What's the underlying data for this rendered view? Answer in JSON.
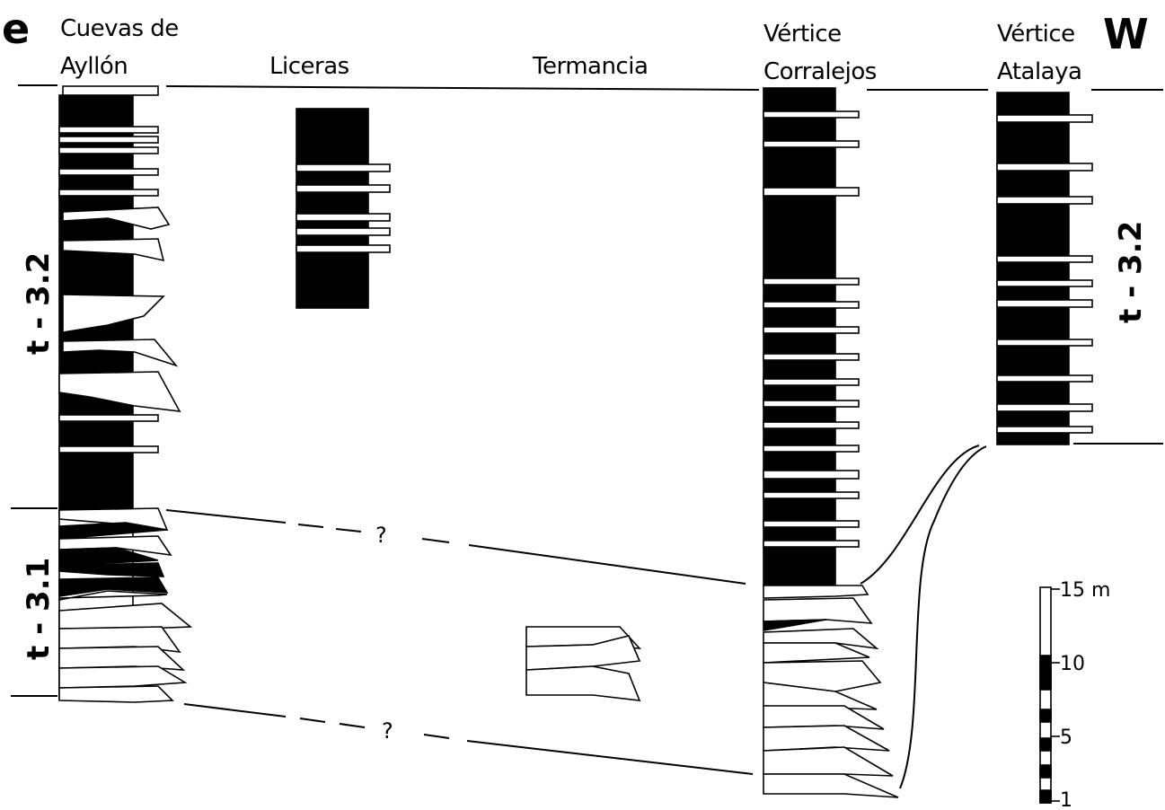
{
  "directions": {
    "east": "e",
    "west": "W"
  },
  "columns": [
    {
      "id": "cuevas",
      "label_lines": [
        "Cuevas de",
        "Ayllón"
      ]
    },
    {
      "id": "liceras",
      "label_lines": [
        "Liceras"
      ]
    },
    {
      "id": "termancia",
      "label_lines": [
        "Termancia"
      ]
    },
    {
      "id": "corralejos",
      "label_lines": [
        "Vértice",
        "Corralejos"
      ]
    },
    {
      "id": "atalaya",
      "label_lines": [
        "Vértice",
        "Atalaya"
      ]
    }
  ],
  "units": {
    "upper": "t - 3.2",
    "lower": "t - 3.1"
  },
  "correlation_marks": {
    "upper": "?",
    "lower": "?"
  },
  "scale": {
    "ticks": [
      "15 m",
      "10",
      "5",
      "1"
    ]
  }
}
